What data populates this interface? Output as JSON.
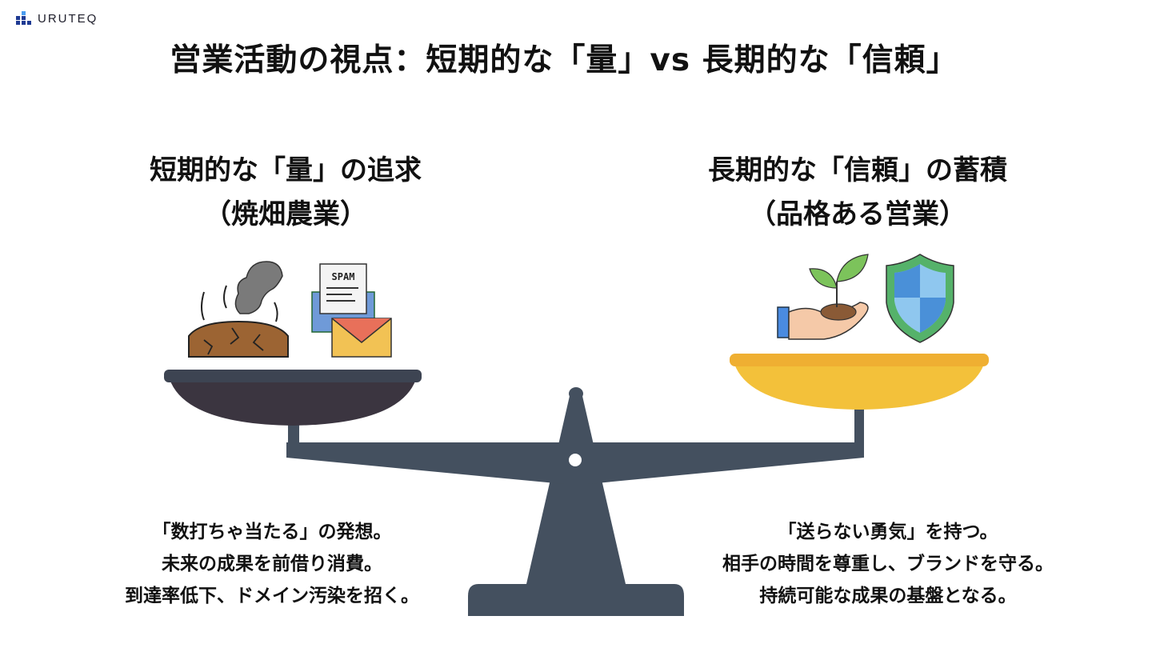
{
  "logo": {
    "text": "URUTEQ"
  },
  "title": "営業活動の視点：短期的な「量」vs 長期的な「信頼」",
  "left": {
    "heading": [
      "短期的な「量」の追求",
      "（焼畑農業）"
    ],
    "icons": [
      "scorched-earth-icon",
      "spam-mail-icon"
    ],
    "spam_label": "SPAM",
    "description": [
      "「数打ちゃ当たる」の発想。",
      "未来の成果を前借り消費。",
      "到達率低下、ドメイン汚染を招く。"
    ]
  },
  "right": {
    "heading": [
      "長期的な「信頼」の蓄積",
      "（品格ある営業）"
    ],
    "icons": [
      "hand-sprout-icon",
      "shield-icon"
    ],
    "description": [
      "「送らない勇気」を持つ。",
      "相手の時間を尊重し、ブランドを守る。",
      "持続可能な成果の基盤となる。"
    ]
  },
  "colors": {
    "scale": "#44505f",
    "left_pan": "#3b3540",
    "right_pan": "#f3c13a",
    "logo": "#1f3a93"
  }
}
